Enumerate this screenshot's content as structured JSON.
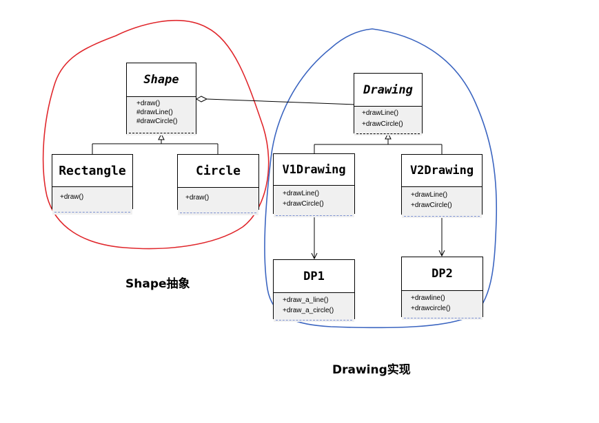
{
  "classes": {
    "shape": {
      "name": "Shape",
      "ops": [
        "+draw()",
        "#drawLine()",
        "#drawCircle()"
      ]
    },
    "rectangle": {
      "name": "Rectangle",
      "ops": [
        "+draw()"
      ]
    },
    "circle": {
      "name": "Circle",
      "ops": [
        "+draw()"
      ]
    },
    "drawing": {
      "name": "Drawing",
      "ops": [
        "+drawLine()",
        "+drawCircle()"
      ]
    },
    "v1drawing": {
      "name": "V1Drawing",
      "ops": [
        "+drawLine()",
        "+drawCircle()"
      ]
    },
    "v2drawing": {
      "name": "V2Drawing",
      "ops": [
        "+drawLine()",
        "+drawCircle()"
      ]
    },
    "dp1": {
      "name": "DP1",
      "ops": [
        "+draw_a_line()",
        "+draw_a_circle()"
      ]
    },
    "dp2": {
      "name": "DP2",
      "ops": [
        "+drawline()",
        "+drawcircle()"
      ]
    }
  },
  "captions": {
    "abstraction": "Shape抽象",
    "implementation": "Drawing实现"
  },
  "colors": {
    "abstraction_outline": "#e0262b",
    "implementation_outline": "#3a64c0"
  }
}
